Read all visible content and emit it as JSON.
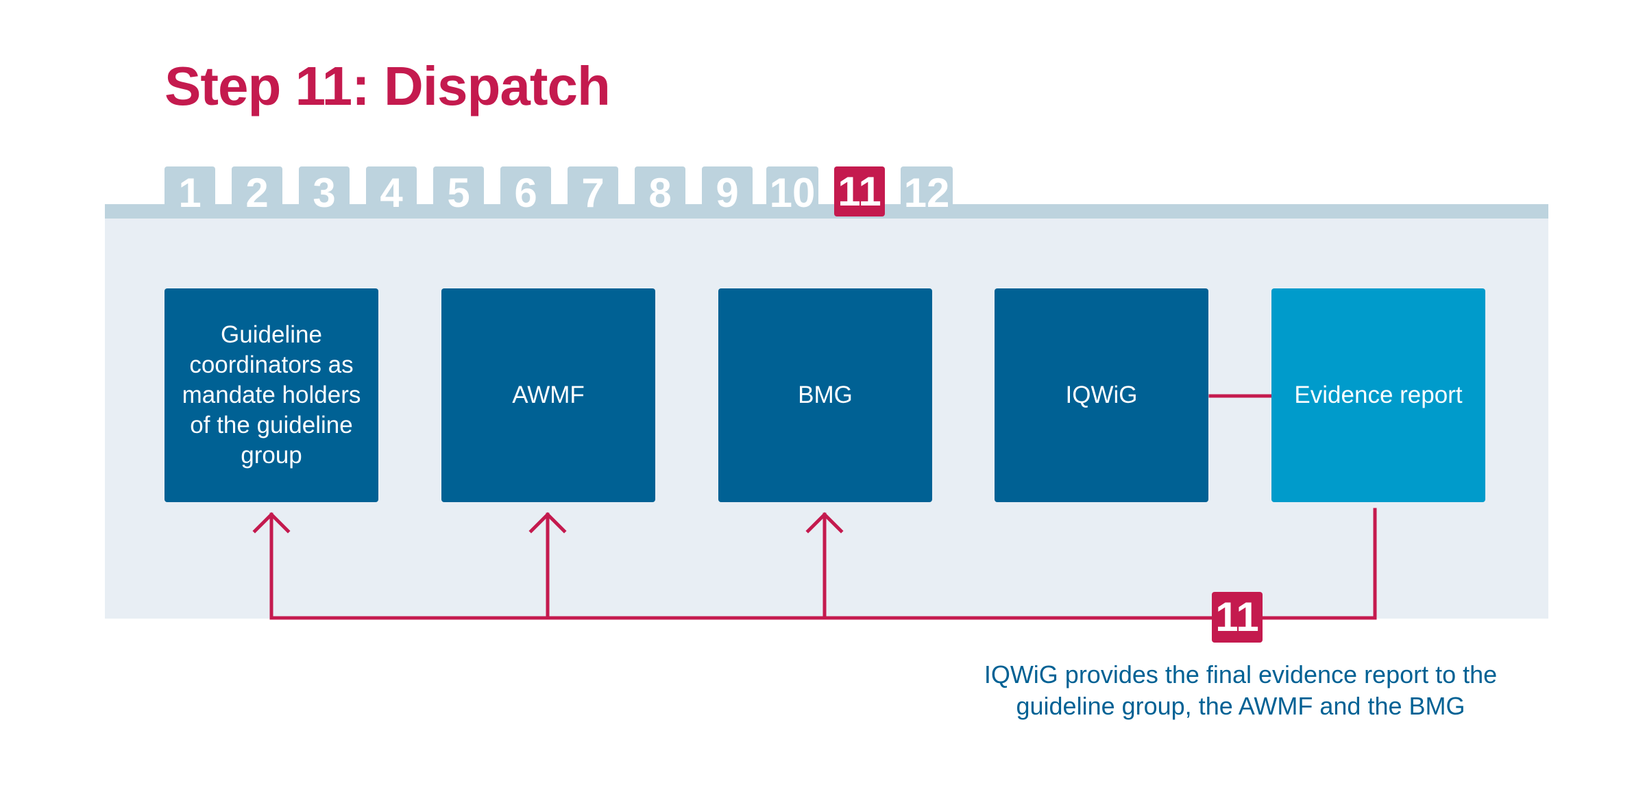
{
  "title": "Step 11: Dispatch",
  "steps": [
    "1",
    "2",
    "3",
    "4",
    "5",
    "6",
    "7",
    "8",
    "9",
    "10",
    "11",
    "12"
  ],
  "active_step": "11",
  "boxes": [
    {
      "label": "Guideline coordinators as mandate holders of the guideline group"
    },
    {
      "label": "AWMF"
    },
    {
      "label": "BMG"
    },
    {
      "label": "IQWiG"
    },
    {
      "label": "Evidence report"
    }
  ],
  "step_badge": "11",
  "caption": "IQWiG provides the final evidence report to the guideline group, the AWMF and the BMG",
  "colors": {
    "accent": "#c41a4e",
    "box_dark": "#006194",
    "box_light": "#009bcb",
    "tab": "#bdd3de",
    "panel": "#e8eef4"
  }
}
